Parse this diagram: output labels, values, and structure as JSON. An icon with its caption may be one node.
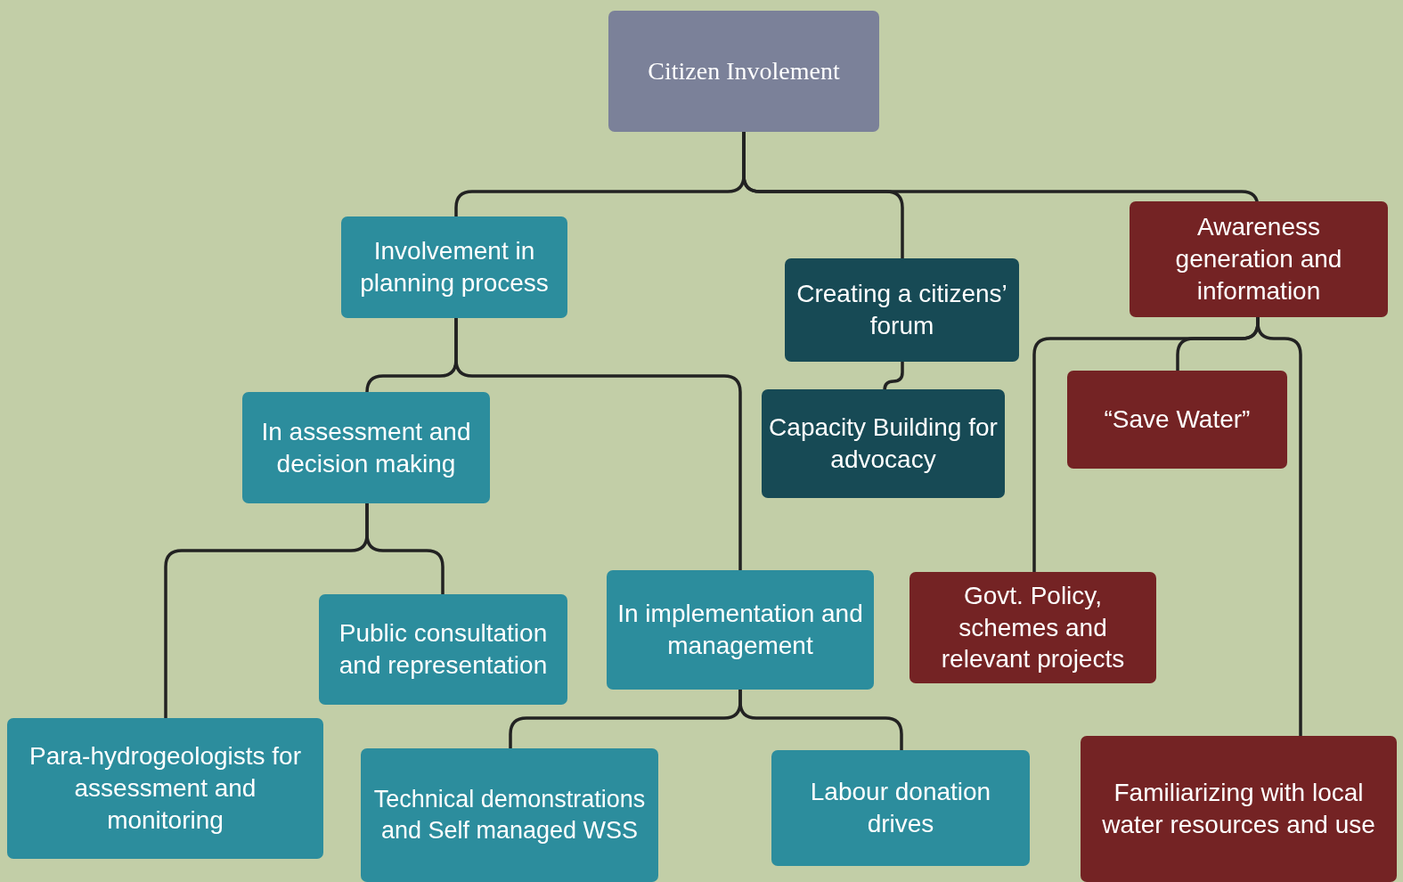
{
  "diagram": {
    "nodes": [
      {
        "text": [
          "Citizen Involement"
        ]
      },
      {
        "text": [
          "Involvement in planning process"
        ]
      },
      {
        "text": [
          "Creating a citizens’ forum"
        ]
      },
      {
        "text": [
          "Awareness generation and information"
        ]
      },
      {
        "text": [
          "In assessment and decision making"
        ]
      },
      {
        "text": [
          "Capacity Building for advocacy"
        ]
      },
      {
        "text": [
          "“Save Water”"
        ]
      },
      {
        "text": [
          "Public consultation and representation"
        ]
      },
      {
        "text": [
          "In implementation and management"
        ]
      },
      {
        "text": [
          "Govt. Policy, schemes and relevant projects"
        ]
      },
      {
        "text": [
          "Para-hydrogeologists for assessment and monitoring"
        ]
      },
      {
        "text": [
          "Technical demonstrations and Self managed WSS"
        ]
      },
      {
        "text": [
          "Labour donation drives"
        ]
      },
      {
        "text": [
          "Familiarizing with local water resources and use"
        ]
      }
    ],
    "edges": [
      {
        "from": 0,
        "to": 1,
        "arrow": "none"
      },
      {
        "from": 0,
        "to": 2,
        "arrow": "none"
      },
      {
        "from": 0,
        "to": 3,
        "arrow": "none"
      },
      {
        "from": 1,
        "to": 4,
        "arrow": "none"
      },
      {
        "from": 1,
        "to": 8,
        "arrow": "none"
      },
      {
        "from": 2,
        "to": 5,
        "arrow": "none"
      },
      {
        "from": 3,
        "to": 6,
        "arrow": "none"
      },
      {
        "from": 3,
        "to": 9,
        "arrow": "none"
      },
      {
        "from": 3,
        "to": 13,
        "arrow": "none"
      },
      {
        "from": 4,
        "to": 10,
        "arrow": "none"
      },
      {
        "from": 4,
        "to": 7,
        "arrow": "none"
      },
      {
        "from": 8,
        "to": 11,
        "arrow": "none"
      },
      {
        "from": 8,
        "to": 12,
        "arrow": "none"
      }
    ]
  }
}
